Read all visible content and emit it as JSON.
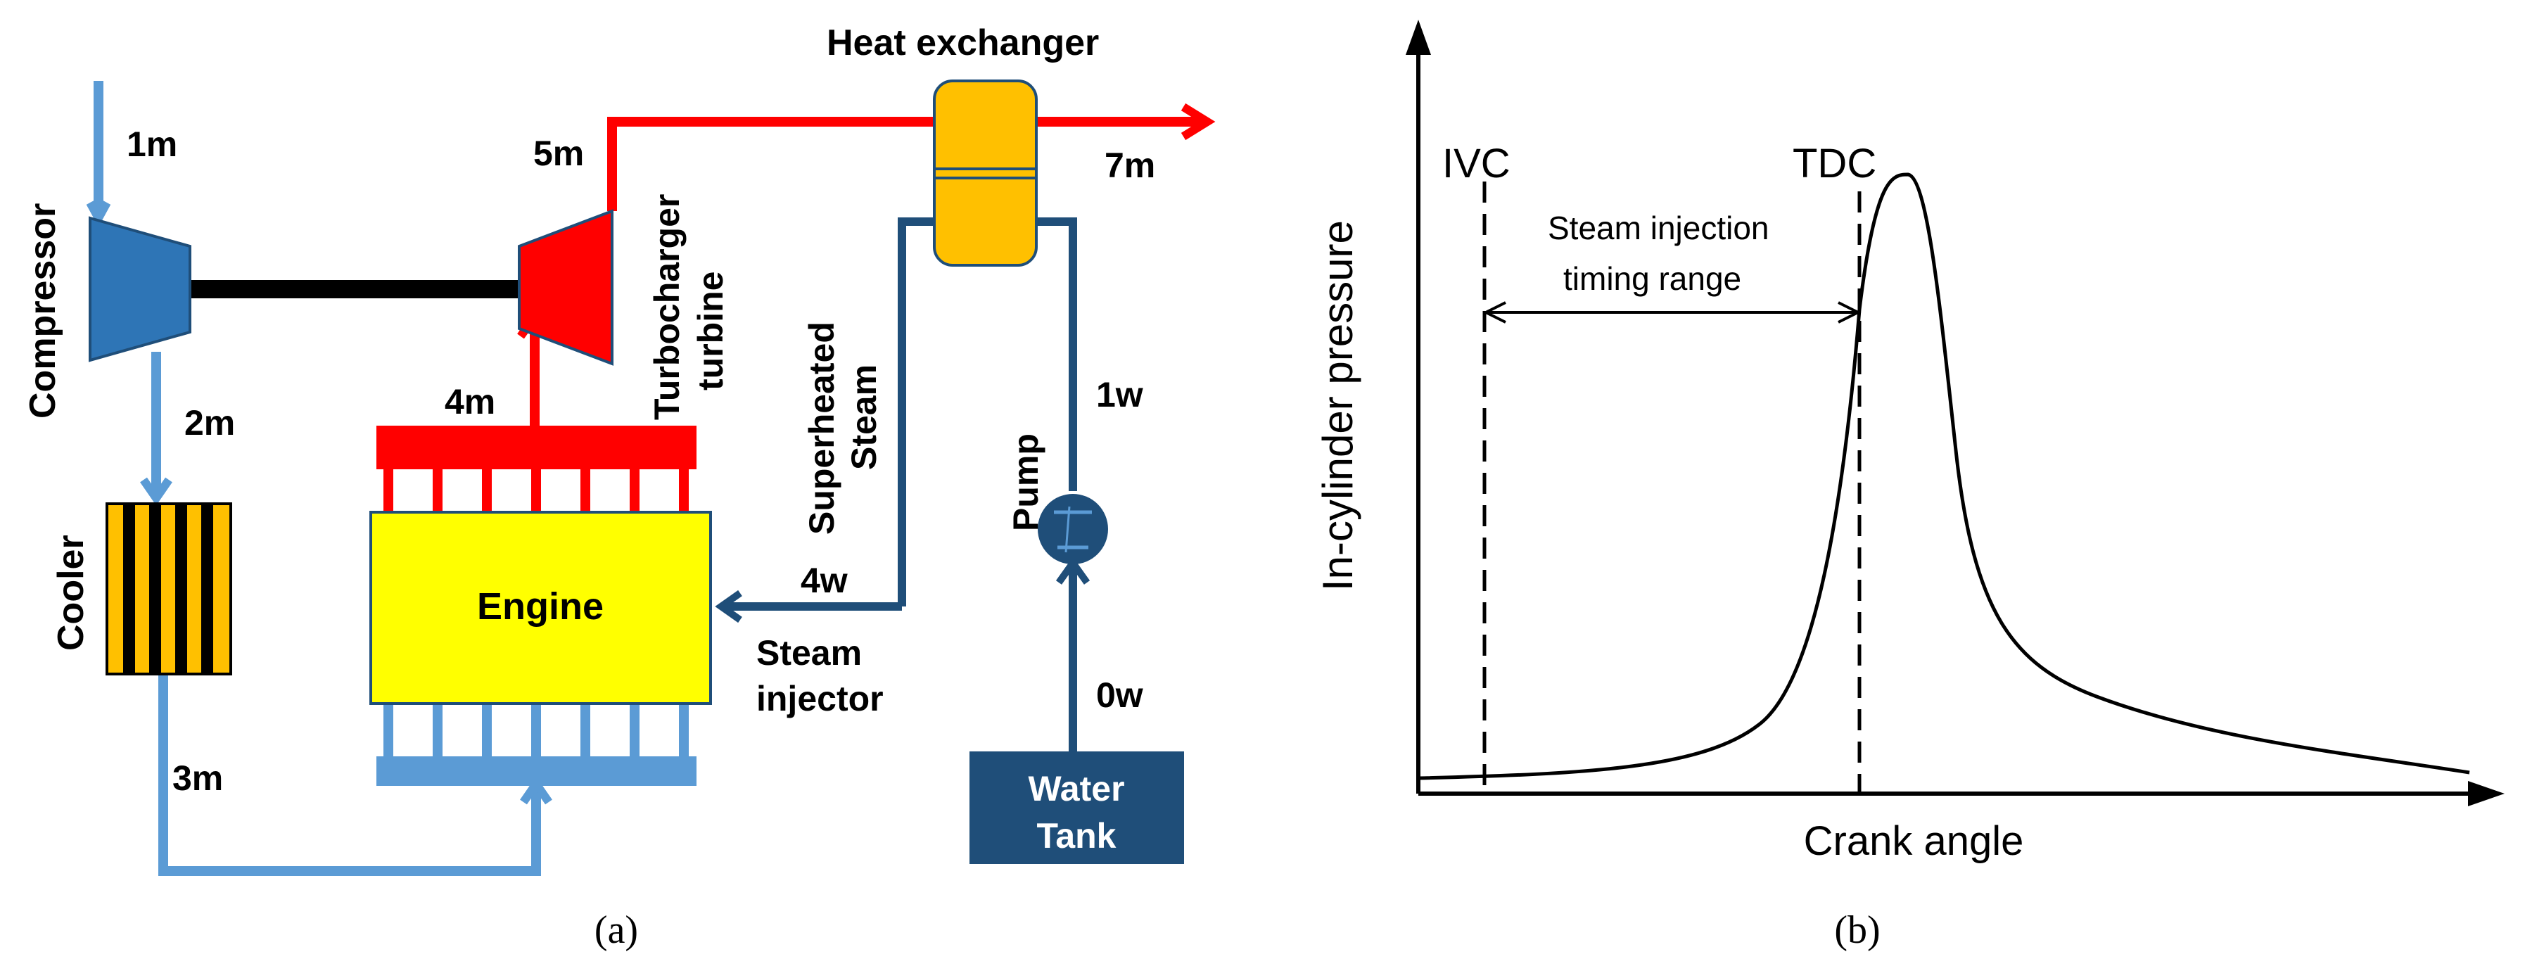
{
  "panel_a": {
    "caption": "(a)",
    "components": {
      "compressor": "Compressor",
      "turbine": "Turbocharger turbine",
      "heat_exchanger": "Heat exchanger",
      "cooler": "Cooler",
      "engine": "Engine",
      "pump": "Pump",
      "water_tank": "Water Tank",
      "steam_injector": "Steam injector",
      "superheated_steam": "Superheated Steam"
    },
    "flow_labels": {
      "m1": "1m",
      "m2": "2m",
      "m3": "3m",
      "m4": "4m",
      "m5": "5m",
      "m7": "7m",
      "w0": "0w",
      "w1": "1w",
      "w4": "4w"
    },
    "colors": {
      "air": "#5b9bd5",
      "exhaust": "#ff0000",
      "water": "#1f4e79",
      "compressor": "#2e75b6",
      "turbine": "#ff0000",
      "engine": "#ffff00",
      "heat_exchanger": "#ffc000"
    }
  },
  "panel_b": {
    "caption": "(b)",
    "xlabel": "Crank angle",
    "ylabel": "In-cylinder pressure",
    "markers": {
      "ivc": "IVC",
      "tdc": "TDC"
    },
    "annotation": "Steam injection timing  range"
  }
}
